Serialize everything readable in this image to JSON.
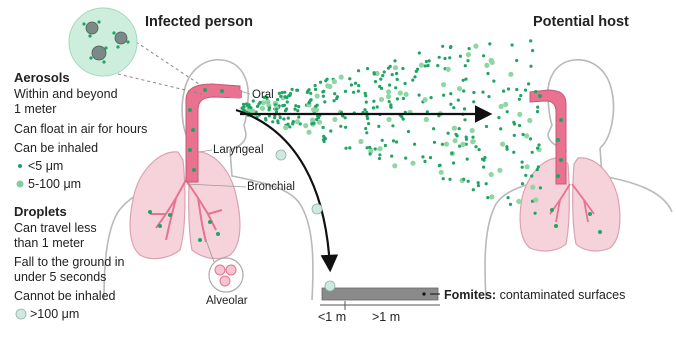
{
  "titles": {
    "infected": "Infected person",
    "host": "Potential host"
  },
  "aerosols": {
    "heading": "Aerosols",
    "line1": "Within and beyond",
    "line2": "1 meter",
    "line3": "Can float in air for hours",
    "line4": "Can be inhaled",
    "legend_small": "<5 μm",
    "legend_medium": "5-100 μm"
  },
  "droplets": {
    "heading": "Droplets",
    "line1": "Can travel less",
    "line2": "than 1 meter",
    "line3": "Fall to the ground in",
    "line4": "under 5 seconds",
    "line5": "Cannot be inhaled",
    "legend_large": ">100 μm"
  },
  "anatomy": {
    "oral": "Oral",
    "laryngeal": "Laryngeal",
    "bronchial": "Bronchial",
    "alveolar": "Alveolar"
  },
  "fomites": {
    "label": "Fomites:",
    "desc": "contaminated surfaces",
    "scale_near": "<1 m",
    "scale_far": ">1 m"
  },
  "colors": {
    "aerosol_green": "#1fa463",
    "aerosol_light": "#8fd6a4",
    "droplet_fill": "#cfe8e0",
    "airway_pink": "#e8728f",
    "lung_fill": "#f6d3db",
    "virus_bg": "#cdeedd",
    "outline": "#b8b8b8"
  }
}
